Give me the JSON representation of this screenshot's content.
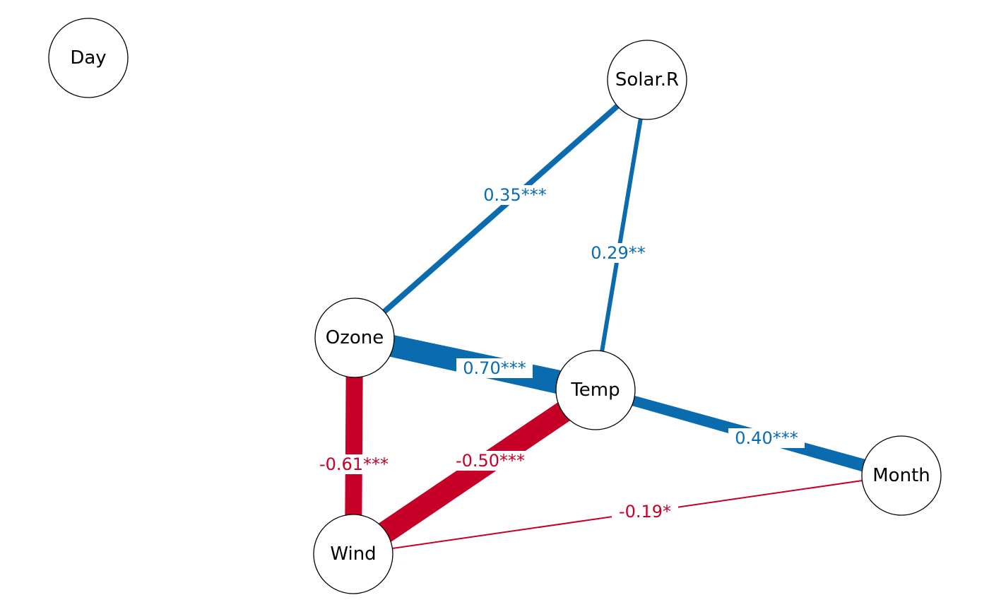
{
  "colors": {
    "positive": "#0A6CAE",
    "negative": "#C60027",
    "node_fill": "#ffffff",
    "node_stroke": "#000000"
  },
  "nodes": {
    "day": "Day",
    "solar_r": "Solar.R",
    "ozone": "Ozone",
    "temp": "Temp",
    "month": "Month",
    "wind": "Wind"
  },
  "edges": [
    {
      "from": "ozone",
      "to": "solar_r",
      "r": 0.35,
      "label": "0.35***"
    },
    {
      "from": "temp",
      "to": "solar_r",
      "r": 0.29,
      "label": "0.29**"
    },
    {
      "from": "ozone",
      "to": "temp",
      "r": 0.7,
      "label": "0.70***"
    },
    {
      "from": "temp",
      "to": "month",
      "r": 0.4,
      "label": "0.40***"
    },
    {
      "from": "ozone",
      "to": "wind",
      "r": -0.61,
      "label": "-0.61***"
    },
    {
      "from": "wind",
      "to": "temp",
      "r": -0.5,
      "label": "-0.50***"
    },
    {
      "from": "wind",
      "to": "month",
      "r": -0.19,
      "label": "-0.19*"
    }
  ]
}
